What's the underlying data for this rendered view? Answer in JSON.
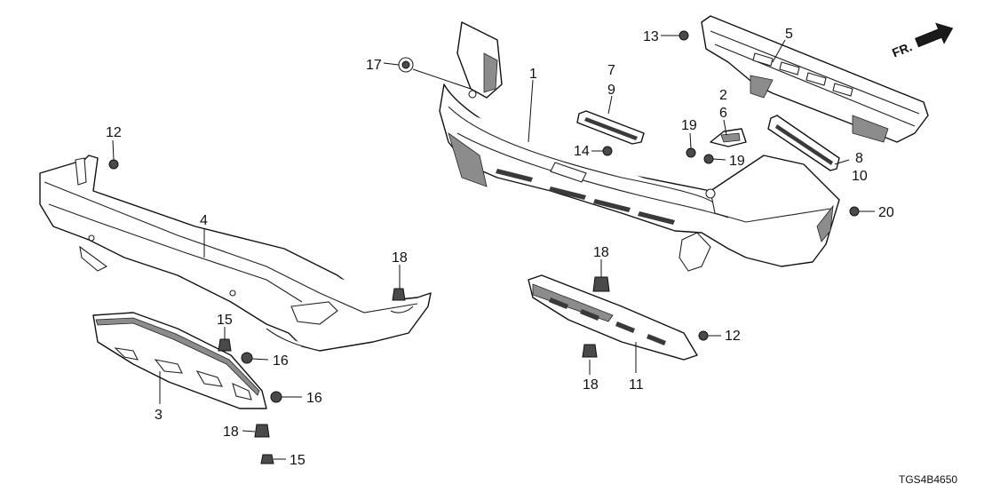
{
  "diagram_code": "TGS4B4650",
  "direction": {
    "label": "FR."
  },
  "callouts": {
    "c1": "1",
    "c2": "2",
    "c3": "3",
    "c4": "4",
    "c5": "5",
    "c6": "6",
    "c7": "7",
    "c8": "8",
    "c9": "9",
    "c10": "10",
    "c11": "11",
    "c12a": "12",
    "c12b": "12",
    "c13": "13",
    "c14": "14",
    "c15a": "15",
    "c15b": "15",
    "c16a": "16",
    "c16b": "16",
    "c17": "17",
    "c18a": "18",
    "c18b": "18",
    "c18c": "18",
    "c18d": "18",
    "c19a": "19",
    "c19b": "19",
    "c20": "20"
  }
}
